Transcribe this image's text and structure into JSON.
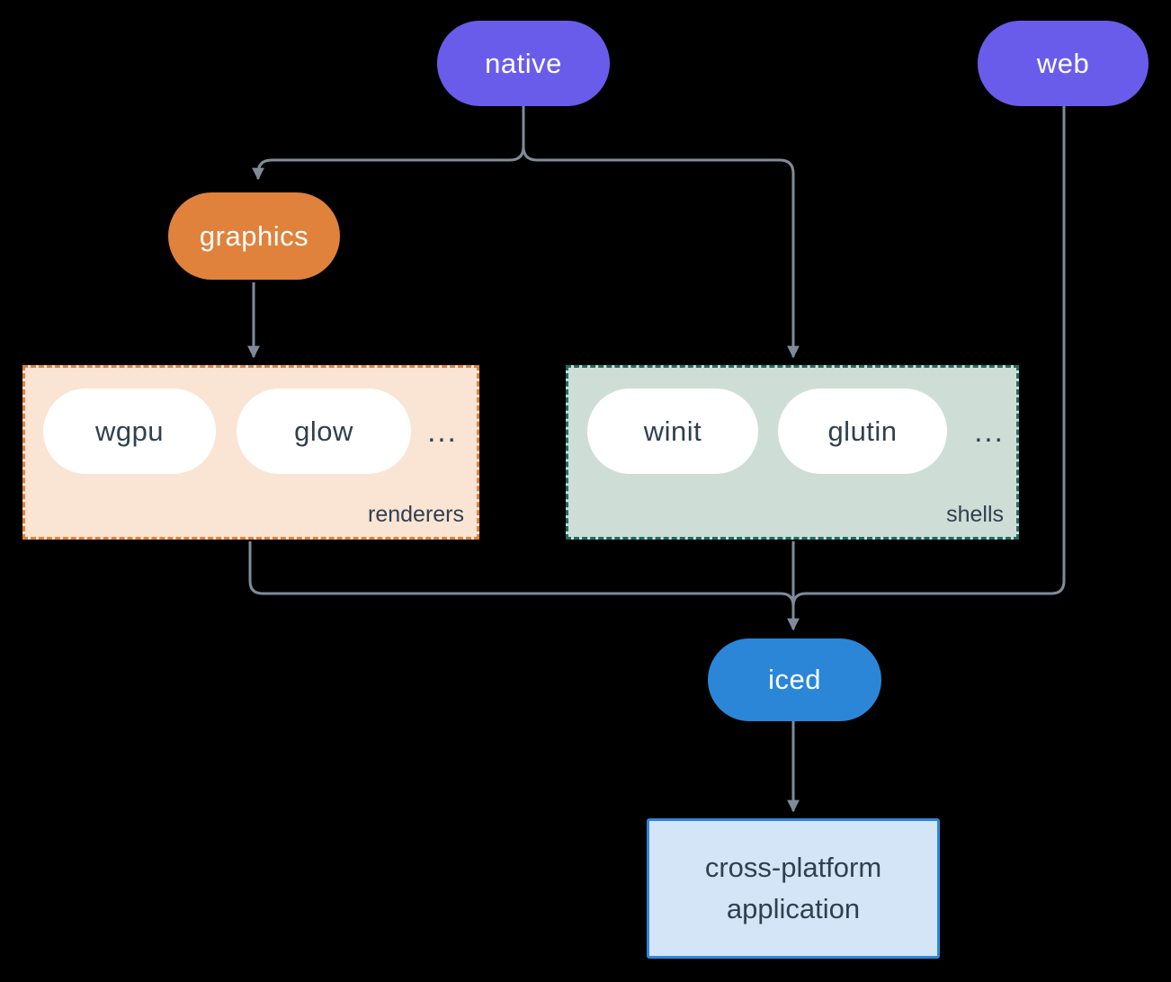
{
  "diagram": {
    "background_color": "#000000",
    "connector_color": "#7E8C9A",
    "nodes": {
      "native": {
        "label": "native",
        "color": "#6A5CEB",
        "text_color": "#FFFFFF"
      },
      "web": {
        "label": "web",
        "color": "#6A5CEB",
        "text_color": "#FFFFFF"
      },
      "graphics": {
        "label": "graphics",
        "color": "#E0823C",
        "text_color": "#FFFFFF"
      },
      "iced": {
        "label": "iced",
        "color": "#2B86D8",
        "text_color": "#FFFFFF"
      }
    },
    "groups": {
      "renderers": {
        "label": "renderers",
        "items": [
          "wgpu",
          "glow"
        ],
        "ellipsis": "...",
        "fill": "#FAE4D3",
        "border": "#E0823C",
        "item_fill": "#FFFFFF",
        "item_text_color": "#30404F"
      },
      "shells": {
        "label": "shells",
        "items": [
          "winit",
          "glutin"
        ],
        "ellipsis": "...",
        "fill": "#CEDED6",
        "border": "#1E6E64",
        "item_fill": "#FFFFFF",
        "item_text_color": "#30404F"
      }
    },
    "application": {
      "line1": "cross-platform",
      "line2": "application",
      "fill": "#D3E5F6",
      "border": "#2E86DE",
      "text_color": "#30404F"
    },
    "edges": [
      "native -> graphics",
      "native -> shells",
      "graphics -> renderers",
      "renderers -> iced",
      "web -> iced",
      "shells -> iced",
      "iced -> application"
    ]
  }
}
